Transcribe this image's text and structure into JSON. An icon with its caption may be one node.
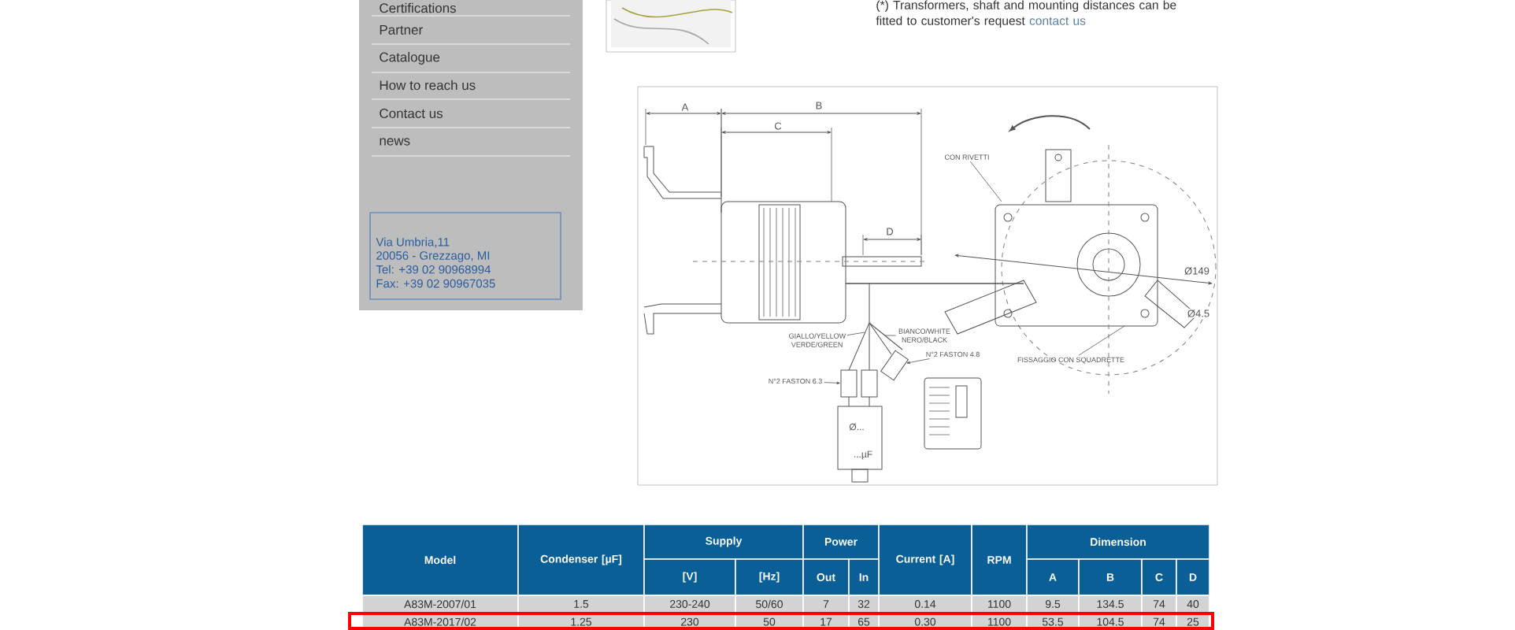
{
  "diagram": {
    "nodes": [
      {
        "text": [
          "CON RIVETTI"
        ]
      },
      {
        "text": [
          "FISSAGGIO CON SQUADRETTE"
        ]
      },
      {
        "text": [
          "N°2 FASTON 6.3"
        ]
      },
      {
        "text": [
          "N°2 FASTON 4.8"
        ]
      },
      {
        "text": [
          "GIALLO/YELLOW VERDE/GREEN"
        ]
      },
      {
        "text": [
          "BIANCO/WHITE NERO/BLACK"
        ]
      },
      {
        "text": [],
        "shape": "box"
      },
      {
        "text": [],
        "shape": "box"
      }
    ],
    "edges": [
      {
        "from": 0,
        "to": null,
        "arrow": "none"
      },
      {
        "from": 1,
        "to": null,
        "arrow": "none"
      },
      {
        "from": 2,
        "to": 6,
        "arrow": "to"
      },
      {
        "from": 3,
        "to": 7,
        "arrow": "to"
      },
      {
        "from": 4,
        "to": null,
        "arrow": "none"
      },
      {
        "from": 5,
        "to": null,
        "arrow": "none"
      }
    ],
    "labels": [
      "Certifications",
      "Partner",
      "Catalogue",
      "How to reach us",
      "Contact us",
      "news",
      "Via Umbria,11",
      "20056 - Grezzago, MI",
      "Tel: +39 02 90968994",
      "Fax: +39 02 90967035",
      "(*) Transformers, shaft and mounting distances can be fitted to customer's request",
      "contact us",
      "A",
      "B",
      "C",
      "D",
      "Ø149",
      "Ø4.5",
      "Ø...",
      "...µF",
      "Model",
      "Condenser [µF]",
      "Supply",
      "Power",
      "Current [A]",
      "RPM",
      "Dimension",
      "[V]",
      "[Hz]",
      "Out",
      "In",
      "A",
      "B",
      "C",
      "D",
      "A83M-2007/01",
      "1.5",
      "230-240",
      "50/60",
      "7",
      "32",
      "0.14",
      "1100",
      "9.5",
      "134.5",
      "74",
      "40",
      "A83M-2017/02",
      "1.25",
      "230",
      "50",
      "17",
      "65",
      "0.30",
      "1100",
      "53.5",
      "104.5",
      "74",
      "25"
    ]
  }
}
